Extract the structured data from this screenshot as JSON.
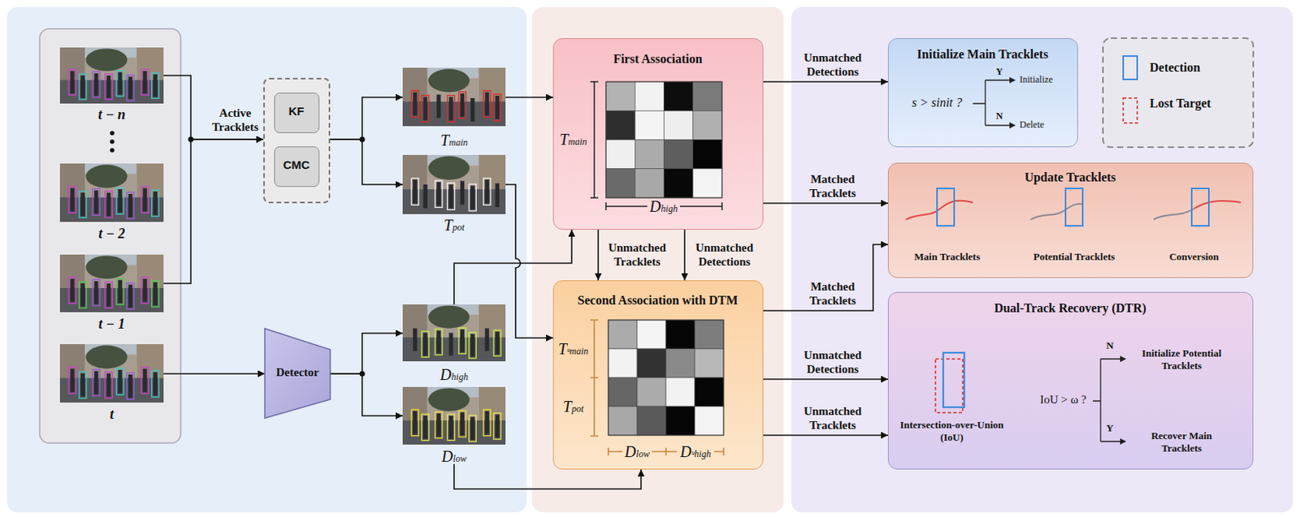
{
  "diagram": {
    "nodes": [
      {
        "text": [
          "t − n"
        ]
      },
      {
        "text": [
          "t − 2"
        ]
      },
      {
        "text": [
          "t − 1"
        ]
      },
      {
        "text": [
          "t"
        ]
      },
      {
        "text": []
      },
      {
        "text": [
          "KF"
        ],
        "in": 4
      },
      {
        "text": [
          "CMC"
        ],
        "in": 4
      },
      {
        "text": [
          "Detector"
        ]
      },
      {
        "text": [
          "Tmain"
        ]
      },
      {
        "text": [
          "Tpot"
        ]
      },
      {
        "text": [
          "Dhigh"
        ]
      },
      {
        "text": [
          "Dlow"
        ]
      },
      {
        "text": [
          "First Association",
          "Tmain",
          "Dhigh"
        ]
      },
      {
        "text": [
          "Second Association with DTM",
          "Tᵘmain",
          "Tpot",
          "Dlow",
          "Dᵘhigh"
        ]
      },
      {
        "text": [
          "Initialize Main Tracklets",
          "s > sinit ?",
          "Y",
          "Initialize",
          "N",
          "Delete"
        ]
      },
      {
        "text": [
          "Update Tracklets",
          "Main Tracklets",
          "Potential Tracklets",
          "Conversion"
        ]
      },
      {
        "text": [
          "Dual-Track Recovery (DTR)",
          "Intersection-over-Union (IoU)",
          "IoU > ω ?",
          "N",
          "Initialize Potential Tracklets",
          "Y",
          "Recover Main Tracklets"
        ]
      }
    ],
    "edges": [
      {
        "from": 0,
        "to": 4,
        "arrow": "to",
        "label": "Active Tracklets"
      },
      {
        "from": 2,
        "to": 4,
        "arrow": "to"
      },
      {
        "from": 4,
        "to": 8,
        "arrow": "to"
      },
      {
        "from": 4,
        "to": 9,
        "arrow": "to"
      },
      {
        "from": 3,
        "to": 7,
        "arrow": "to"
      },
      {
        "from": 7,
        "to": 10,
        "arrow": "to"
      },
      {
        "from": 7,
        "to": 11,
        "arrow": "to"
      },
      {
        "from": 8,
        "to": 12,
        "arrow": "to"
      },
      {
        "from": 9,
        "to": 13,
        "arrow": "to"
      },
      {
        "from": 10,
        "to": 12,
        "arrow": "to"
      },
      {
        "from": 11,
        "to": 13,
        "arrow": "to"
      },
      {
        "from": 12,
        "to": 13,
        "arrow": "to",
        "label": "Unmatched Tracklets"
      },
      {
        "from": 12,
        "to": 13,
        "arrow": "to",
        "label": "Unmatched Detections"
      },
      {
        "from": 12,
        "to": 14,
        "arrow": "to",
        "label": "Unmatched Detections"
      },
      {
        "from": 12,
        "to": 15,
        "arrow": "to",
        "label": "Matched Tracklets"
      },
      {
        "from": 13,
        "to": 15,
        "arrow": "to",
        "label": "Matched Tracklets"
      },
      {
        "from": 13,
        "to": 16,
        "arrow": "to",
        "label": "Unmatched Detections"
      },
      {
        "from": 13,
        "to": 16,
        "arrow": "to",
        "label": "Unmatched Tracklets"
      }
    ],
    "legend": [
      {
        "text": "Detection"
      },
      {
        "text": "Lost Target"
      }
    ]
  }
}
